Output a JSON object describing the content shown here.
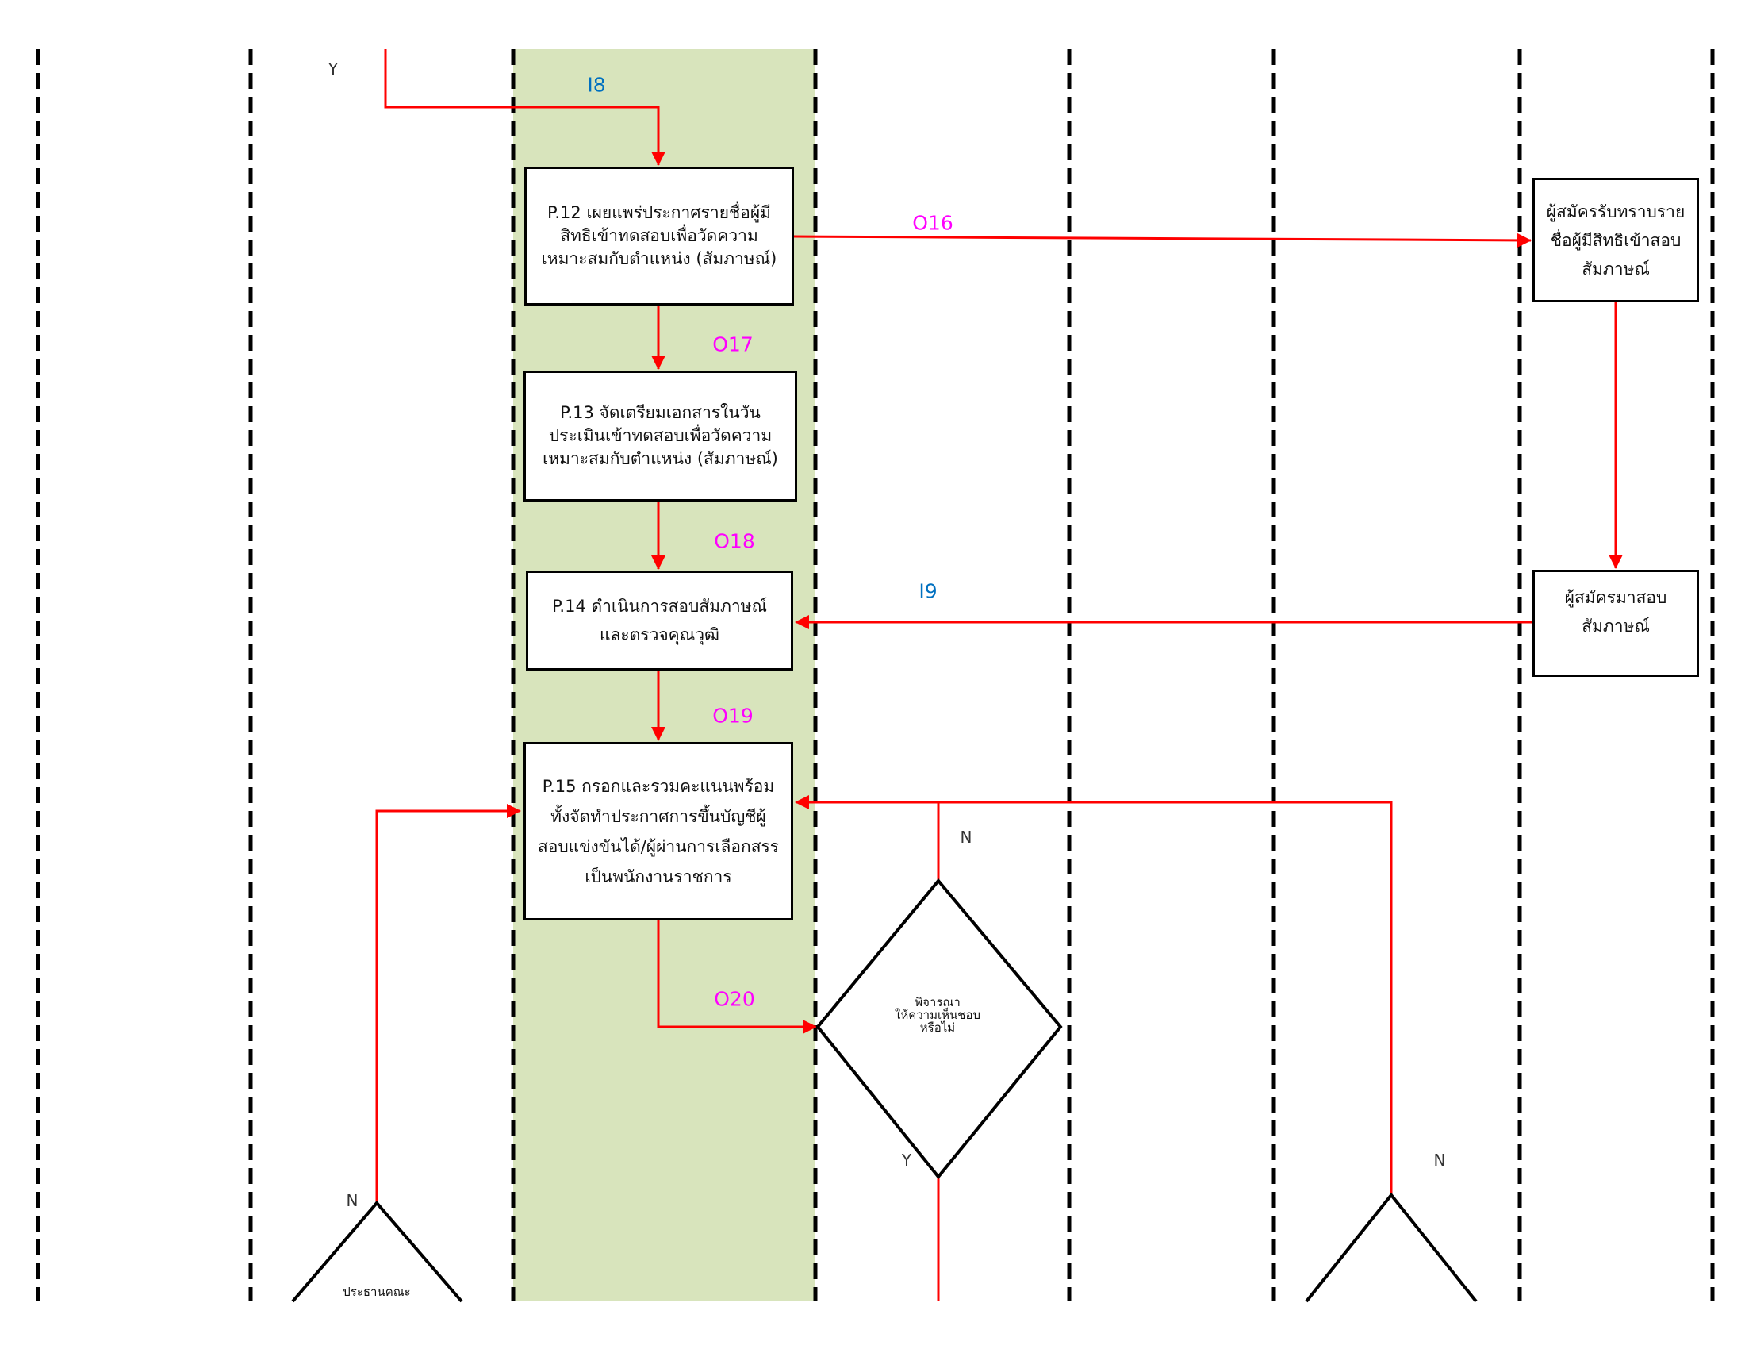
{
  "colors": {
    "lane_highlight": "#d8e4bc",
    "flow_line": "#ff0000",
    "output_label": "#ff00ff",
    "input_label": "#0070c0"
  },
  "processes": {
    "p12": "P.12 เผยแพร่ประกาศรายชื่อผู้มีสิทธิเข้าทดสอบเพื่อวัดความเหมาะสมกับตำแหน่ง (สัมภาษณ์)",
    "p13": "P.13 จัดเตรียมเอกสารในวันประเมินเข้าทดสอบเพื่อวัดความเหมาะสมกับตำแหน่ง (สัมภาษณ์)",
    "p14": "P.14 ดำเนินการสอบสัมภาษณ์\nและตรวจคุณวุฒิ",
    "p15": "P.15 กรอกและรวมคะแนนพร้อมทั้งจัดทำประกาศการขึ้นบัญชีผู้สอบแข่งขันได้/ผู้ผ่านการเลือกสรรเป็นพนักงานราชการ"
  },
  "applicant": {
    "acknowledge": "ผู้สมัครรับทราบรายชื่อผู้มีสิทธิเข้าสอบสัมภาษณ์",
    "attend": "ผู้สมัครมาสอบ\nสัมภาษณ์"
  },
  "labels": {
    "i8": "I8",
    "o16": "O16",
    "o17": "O17",
    "o18": "O18",
    "o19": "O19",
    "i9": "I9",
    "o20": "O20"
  },
  "decisions": {
    "approve": "พิจารณา\nให้ความเห็นชอบ\nหรือไม่",
    "chairman": "ประธานคณะ"
  },
  "branches": {
    "y_top": "Y",
    "n_approve": "N",
    "y_approve": "Y",
    "n_right": "N",
    "n_left": "N"
  }
}
